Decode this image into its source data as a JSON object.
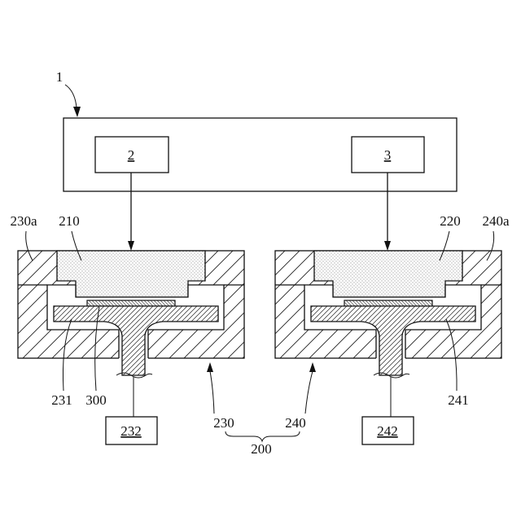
{
  "labels": {
    "system": "1",
    "unit_left": "2",
    "unit_right": "3",
    "material_left": "210",
    "material_right": "220",
    "upper_left": "230a",
    "upper_right": "240a",
    "plate_left": "231",
    "substrate": "300",
    "plate_right": "241",
    "chamber_left": "230",
    "chamber_right": "240",
    "apparatus": "200",
    "drive_left": "232",
    "drive_right": "242"
  }
}
